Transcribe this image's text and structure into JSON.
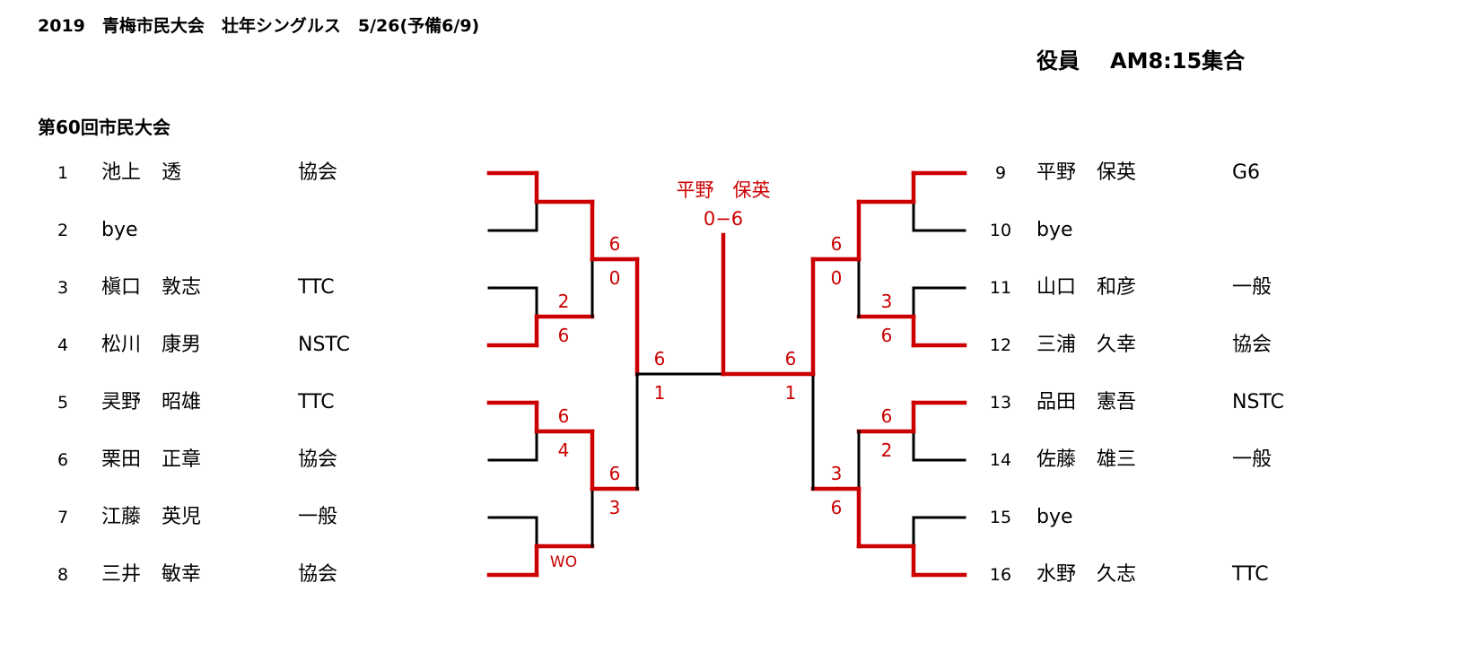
{
  "header": {
    "title": "2019　青梅市民大会　壮年シングルス　5/26(予備6/9)",
    "staff_label": "役員",
    "staff_time": "AM8:15集合",
    "subtitle": "第60回市民大会"
  },
  "colors": {
    "winner_line": "#cc0000",
    "line": "#000000",
    "score": "#cc0000"
  },
  "champion": {
    "name": "平野　保英",
    "final_score": "0−6"
  },
  "left": {
    "players": [
      {
        "seed": "1",
        "surname": "池上",
        "given": "透",
        "club": "協会"
      },
      {
        "seed": "2",
        "surname": "bye",
        "given": "",
        "club": ""
      },
      {
        "seed": "3",
        "surname": "槇口",
        "given": "敦志",
        "club": "TTC"
      },
      {
        "seed": "4",
        "surname": "松川",
        "given": "康男",
        "club": "NSTC"
      },
      {
        "seed": "5",
        "surname": "㚑野",
        "given": "昭雄",
        "club": "TTC"
      },
      {
        "seed": "6",
        "surname": "栗田",
        "given": "正章",
        "club": "協会"
      },
      {
        "seed": "7",
        "surname": "江藤",
        "given": "英児",
        "club": "一般"
      },
      {
        "seed": "8",
        "surname": "三井",
        "given": "敏幸",
        "club": "協会"
      }
    ],
    "rounds": [
      [
        {
          "winner": "top",
          "score_top": "",
          "score_bottom": ""
        },
        {
          "winner": "bottom",
          "score_top": "2",
          "score_bottom": "6"
        },
        {
          "winner": "top",
          "score_top": "6",
          "score_bottom": "4"
        },
        {
          "winner": "bottom",
          "score_top": "",
          "score_bottom": "WO"
        }
      ],
      [
        {
          "winner": "top",
          "score_top": "6",
          "score_bottom": "0"
        },
        {
          "winner": "top",
          "score_top": "6",
          "score_bottom": "3"
        }
      ],
      [
        {
          "winner": "top",
          "score_top": "6",
          "score_bottom": "1"
        }
      ]
    ],
    "won_final": false
  },
  "right": {
    "players": [
      {
        "seed": "9",
        "surname": "平野",
        "given": "保英",
        "club": "G6"
      },
      {
        "seed": "10",
        "surname": "bye",
        "given": "",
        "club": ""
      },
      {
        "seed": "11",
        "surname": "山口",
        "given": "和彦",
        "club": "一般"
      },
      {
        "seed": "12",
        "surname": "三浦",
        "given": "久幸",
        "club": "協会"
      },
      {
        "seed": "13",
        "surname": "品田",
        "given": "憲吾",
        "club": "NSTC"
      },
      {
        "seed": "14",
        "surname": "佐藤",
        "given": "雄三",
        "club": "一般"
      },
      {
        "seed": "15",
        "surname": "bye",
        "given": "",
        "club": ""
      },
      {
        "seed": "16",
        "surname": "水野",
        "given": "久志",
        "club": "TTC"
      }
    ],
    "rounds": [
      [
        {
          "winner": "top",
          "score_top": "",
          "score_bottom": ""
        },
        {
          "winner": "bottom",
          "score_top": "3",
          "score_bottom": "6"
        },
        {
          "winner": "top",
          "score_top": "6",
          "score_bottom": "2"
        },
        {
          "winner": "bottom",
          "score_top": "",
          "score_bottom": ""
        }
      ],
      [
        {
          "winner": "top",
          "score_top": "6",
          "score_bottom": "0"
        },
        {
          "winner": "bottom",
          "score_top": "3",
          "score_bottom": "6"
        }
      ],
      [
        {
          "winner": "top",
          "score_top": "6",
          "score_bottom": "1"
        }
      ]
    ],
    "won_final": true
  }
}
